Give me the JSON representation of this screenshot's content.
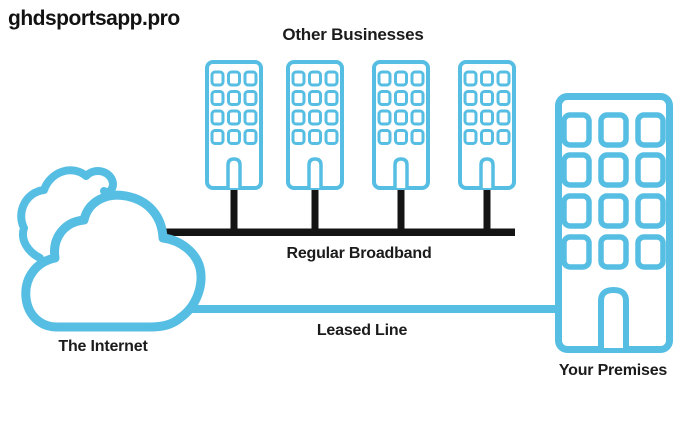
{
  "watermark": "ghdsportsapp.pro",
  "labels": {
    "other_businesses": "Other Businesses",
    "regular_broadband": "Regular Broadband",
    "leased_line": "Leased Line",
    "the_internet": "The Internet",
    "your_premises": "Your Premises"
  },
  "colors": {
    "accent_blue": "#57bee3",
    "line_black": "#141414",
    "text": "#1b1b1b",
    "background": "#ffffff"
  },
  "diagram": {
    "other_businesses_building_count": 4,
    "network_lines": [
      {
        "label": "Regular Broadband",
        "color": "#141414",
        "style": "shared bus to 4 buildings"
      },
      {
        "label": "Leased Line",
        "color": "#57bee3",
        "style": "direct line from cloud to premises"
      }
    ]
  }
}
